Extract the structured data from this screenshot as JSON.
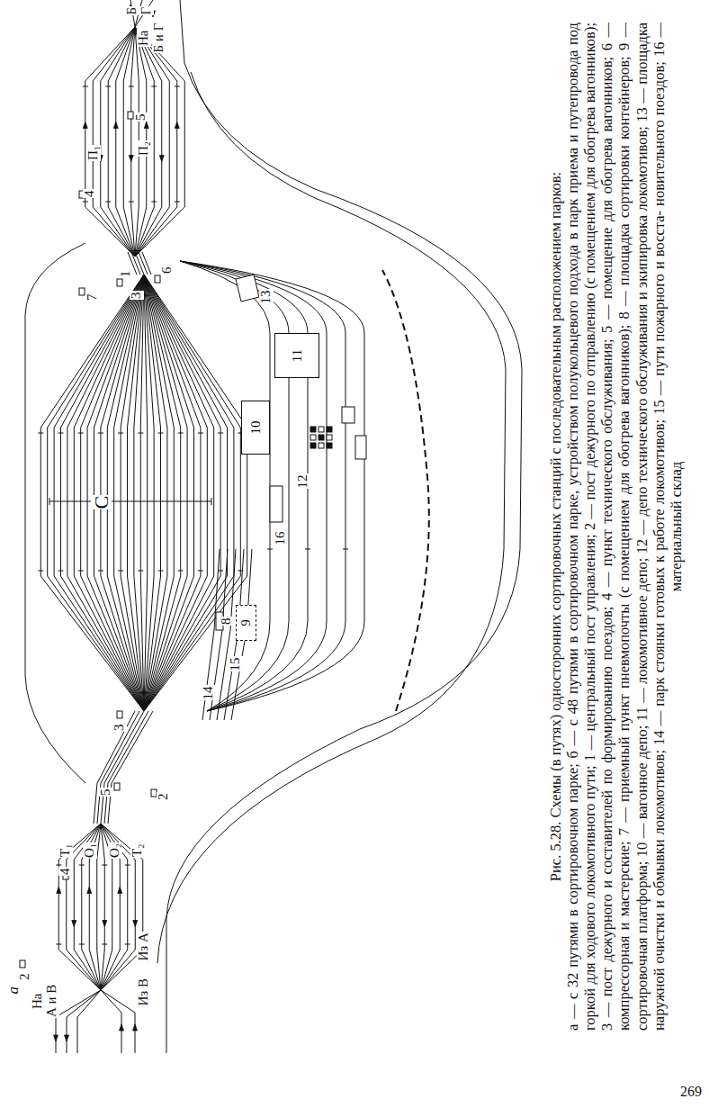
{
  "diagram": {
    "title": "Рис. 5.28. Схемы (в путях) односторонних сортировочных станций с последовательным расположением парков:",
    "caption": "а — с 32 путями в сортировочном парке; б — с 48 путями в сортировочном парке, устройством полукольцевого подхода в парк приема и путепровода под горкой для ходового локомотивного пути; 1 — центральный пост управления; 2 — пост дежурного по отправлению (с помещением для обогрева вагонников); 3 — пост дежурного и составителей по формированию поездов; 4 — пункт технического обслуживания; 5 — помещение для обогрева вагонников; 6 — компрессорная и мастерские; 7 — приемный пункт пневмопочты (с помещением для обогрева вагонников); 8 — площадка сортировки контейнеров; 9 — сортировочная платформа; 10 — вагонное депо; 11 — локомотивное депо; 12 — депо технического обслуживания и экипировка локомотивов; 13 — площадка наружной очистки и обмывки локомотивов; 14 — парк стоянки готовых к работе локомотивов; 15 — пути пожарного и восста- новительного поездов; 16 — материальный склад",
    "nodes": [
      {
        "text": [
          "9"
        ]
      },
      {
        "text": [
          "10"
        ]
      },
      {
        "text": [
          "11"
        ]
      }
    ],
    "labels": [
      "а",
      "На",
      "А и В",
      "Из В",
      "Из А",
      "2",
      "4",
      "Т₁",
      "О₁",
      "О₂",
      "Т₂",
      "5",
      "2",
      "3",
      "С",
      "14",
      "15",
      "8",
      "16",
      "12",
      "13",
      "7",
      "1",
      "3",
      "6",
      "4",
      "П₁",
      "П₂",
      "5",
      "На",
      "Б и Г",
      "Б",
      "Г",
      "269"
    ]
  }
}
